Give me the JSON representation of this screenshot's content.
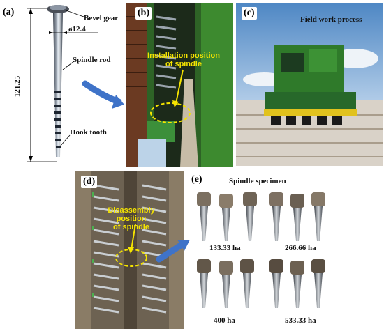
{
  "panels": {
    "a": {
      "label": "(a)",
      "bevel_gear": "Bevel gear",
      "diameter": "ø12.4",
      "length": "121.25",
      "spindle_rod": "Spindle rod",
      "hook_tooth": "Hook tooth"
    },
    "b": {
      "label": "(b)",
      "annotation": [
        "Installation position",
        "of spindle"
      ]
    },
    "c": {
      "label": "(c)",
      "title": "Field work process"
    },
    "d": {
      "label": "(d)",
      "annotation": [
        "Disassembly position",
        "of spindle"
      ]
    },
    "e": {
      "label": "(e)",
      "title": "Spindle specimen",
      "groups": [
        "133.33 ha",
        "266.66 ha",
        "400 ha",
        "533.33 ha"
      ]
    }
  },
  "colors": {
    "annotation_yellow": "#f5e400",
    "arrow_blue": "#3f73c8",
    "machine_green": "#2f7a2a"
  }
}
